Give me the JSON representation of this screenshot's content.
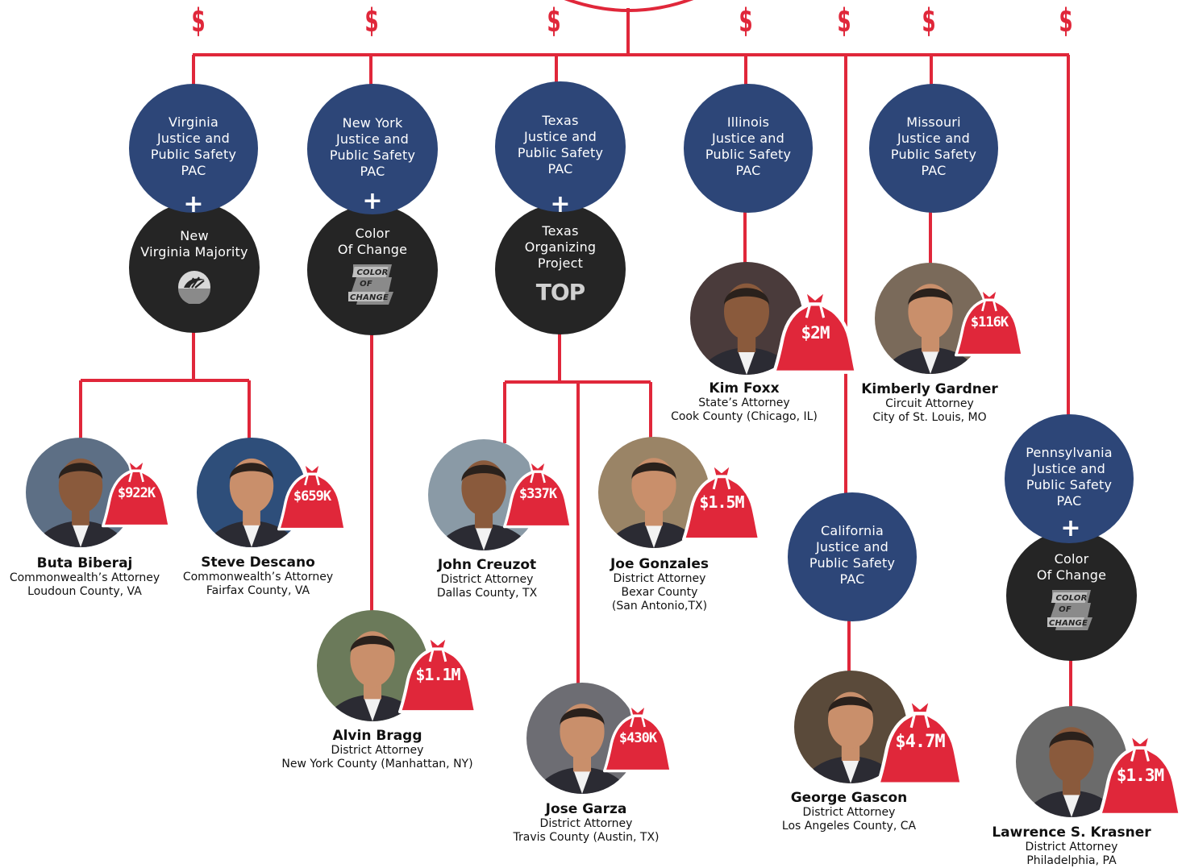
{
  "colors": {
    "red": "#e0273a",
    "navy": "#2d4678",
    "dark": "#252525",
    "skin_a": "#c98f6b",
    "skin_b": "#8a5a3c"
  },
  "dollar_symbol": "$",
  "plus_symbol": "+",
  "pacs": [
    {
      "id": "va",
      "label": "Virginia\nJustice and\nPublic Safety\nPAC"
    },
    {
      "id": "ny",
      "label": "New York\nJustice and\nPublic Safety\nPAC"
    },
    {
      "id": "tx",
      "label": "Texas\nJustice and\nPublic Safety\nPAC"
    },
    {
      "id": "il",
      "label": "Illinois\nJustice and\nPublic Safety\nPAC"
    },
    {
      "id": "mo",
      "label": "Missouri\nJustice and\nPublic Safety\nPAC"
    },
    {
      "id": "ca",
      "label": "California\nJustice and\nPublic Safety\nPAC"
    },
    {
      "id": "pa",
      "label": "Pennsylvania\nJustice and\nPublic Safety\nPAC"
    }
  ],
  "orgs": [
    {
      "id": "nvm",
      "label": "New\nVirginia Majority",
      "logo": "new-virginia-majority-logo"
    },
    {
      "id": "coc1",
      "label": "Color\nOf Change",
      "logo": "color-of-change-logo",
      "logo_text": [
        "COLOR",
        "OF",
        "CHANGE"
      ]
    },
    {
      "id": "top",
      "label": "Texas\nOrganizing\nProject",
      "logo": "texas-organizing-project-logo",
      "logo_text": "TOP"
    },
    {
      "id": "coc2",
      "label": "Color\nOf Change",
      "logo": "color-of-change-logo",
      "logo_text": [
        "COLOR",
        "OF",
        "CHANGE"
      ]
    }
  ],
  "people": [
    {
      "id": "biberaj",
      "name": "Buta Biberaj",
      "role": "Commonwealth’s Attorney",
      "county": "Loudoun County, VA",
      "amount": "$922K"
    },
    {
      "id": "descano",
      "name": "Steve Descano",
      "role": "Commonwealth’s Attorney",
      "county": "Fairfax County, VA",
      "amount": "$659K"
    },
    {
      "id": "bragg",
      "name": "Alvin Bragg",
      "role": "District Attorney",
      "county": "New York County (Manhattan, NY)",
      "amount": "$1.1M"
    },
    {
      "id": "creuzot",
      "name": "John Creuzot",
      "role": "District Attorney",
      "county": "Dallas County, TX",
      "amount": "$337K"
    },
    {
      "id": "gonzales",
      "name": "Joe Gonzales",
      "role": "District Attorney",
      "county": "Bexar County\n(San Antonio,TX)",
      "amount": "$1.5M"
    },
    {
      "id": "garza",
      "name": "Jose Garza",
      "role": "District Attorney",
      "county": "Travis County (Austin, TX)",
      "amount": "$430K"
    },
    {
      "id": "foxx",
      "name": "Kim Foxx",
      "role": "State’s Attorney",
      "county": "Cook County (Chicago, IL)",
      "amount": "$2M"
    },
    {
      "id": "gardner",
      "name": "Kimberly Gardner",
      "role": "Circuit Attorney",
      "county": "City of St. Louis, MO",
      "amount": "$116K"
    },
    {
      "id": "gascon",
      "name": "George Gascon",
      "role": "District Attorney",
      "county": "Los Angeles County, CA",
      "amount": "$4.7M"
    },
    {
      "id": "krasner",
      "name": "Lawrence S. Krasner",
      "role": "District Attorney",
      "county": "Philadelphia, PA",
      "amount": "$1.3M"
    }
  ]
}
